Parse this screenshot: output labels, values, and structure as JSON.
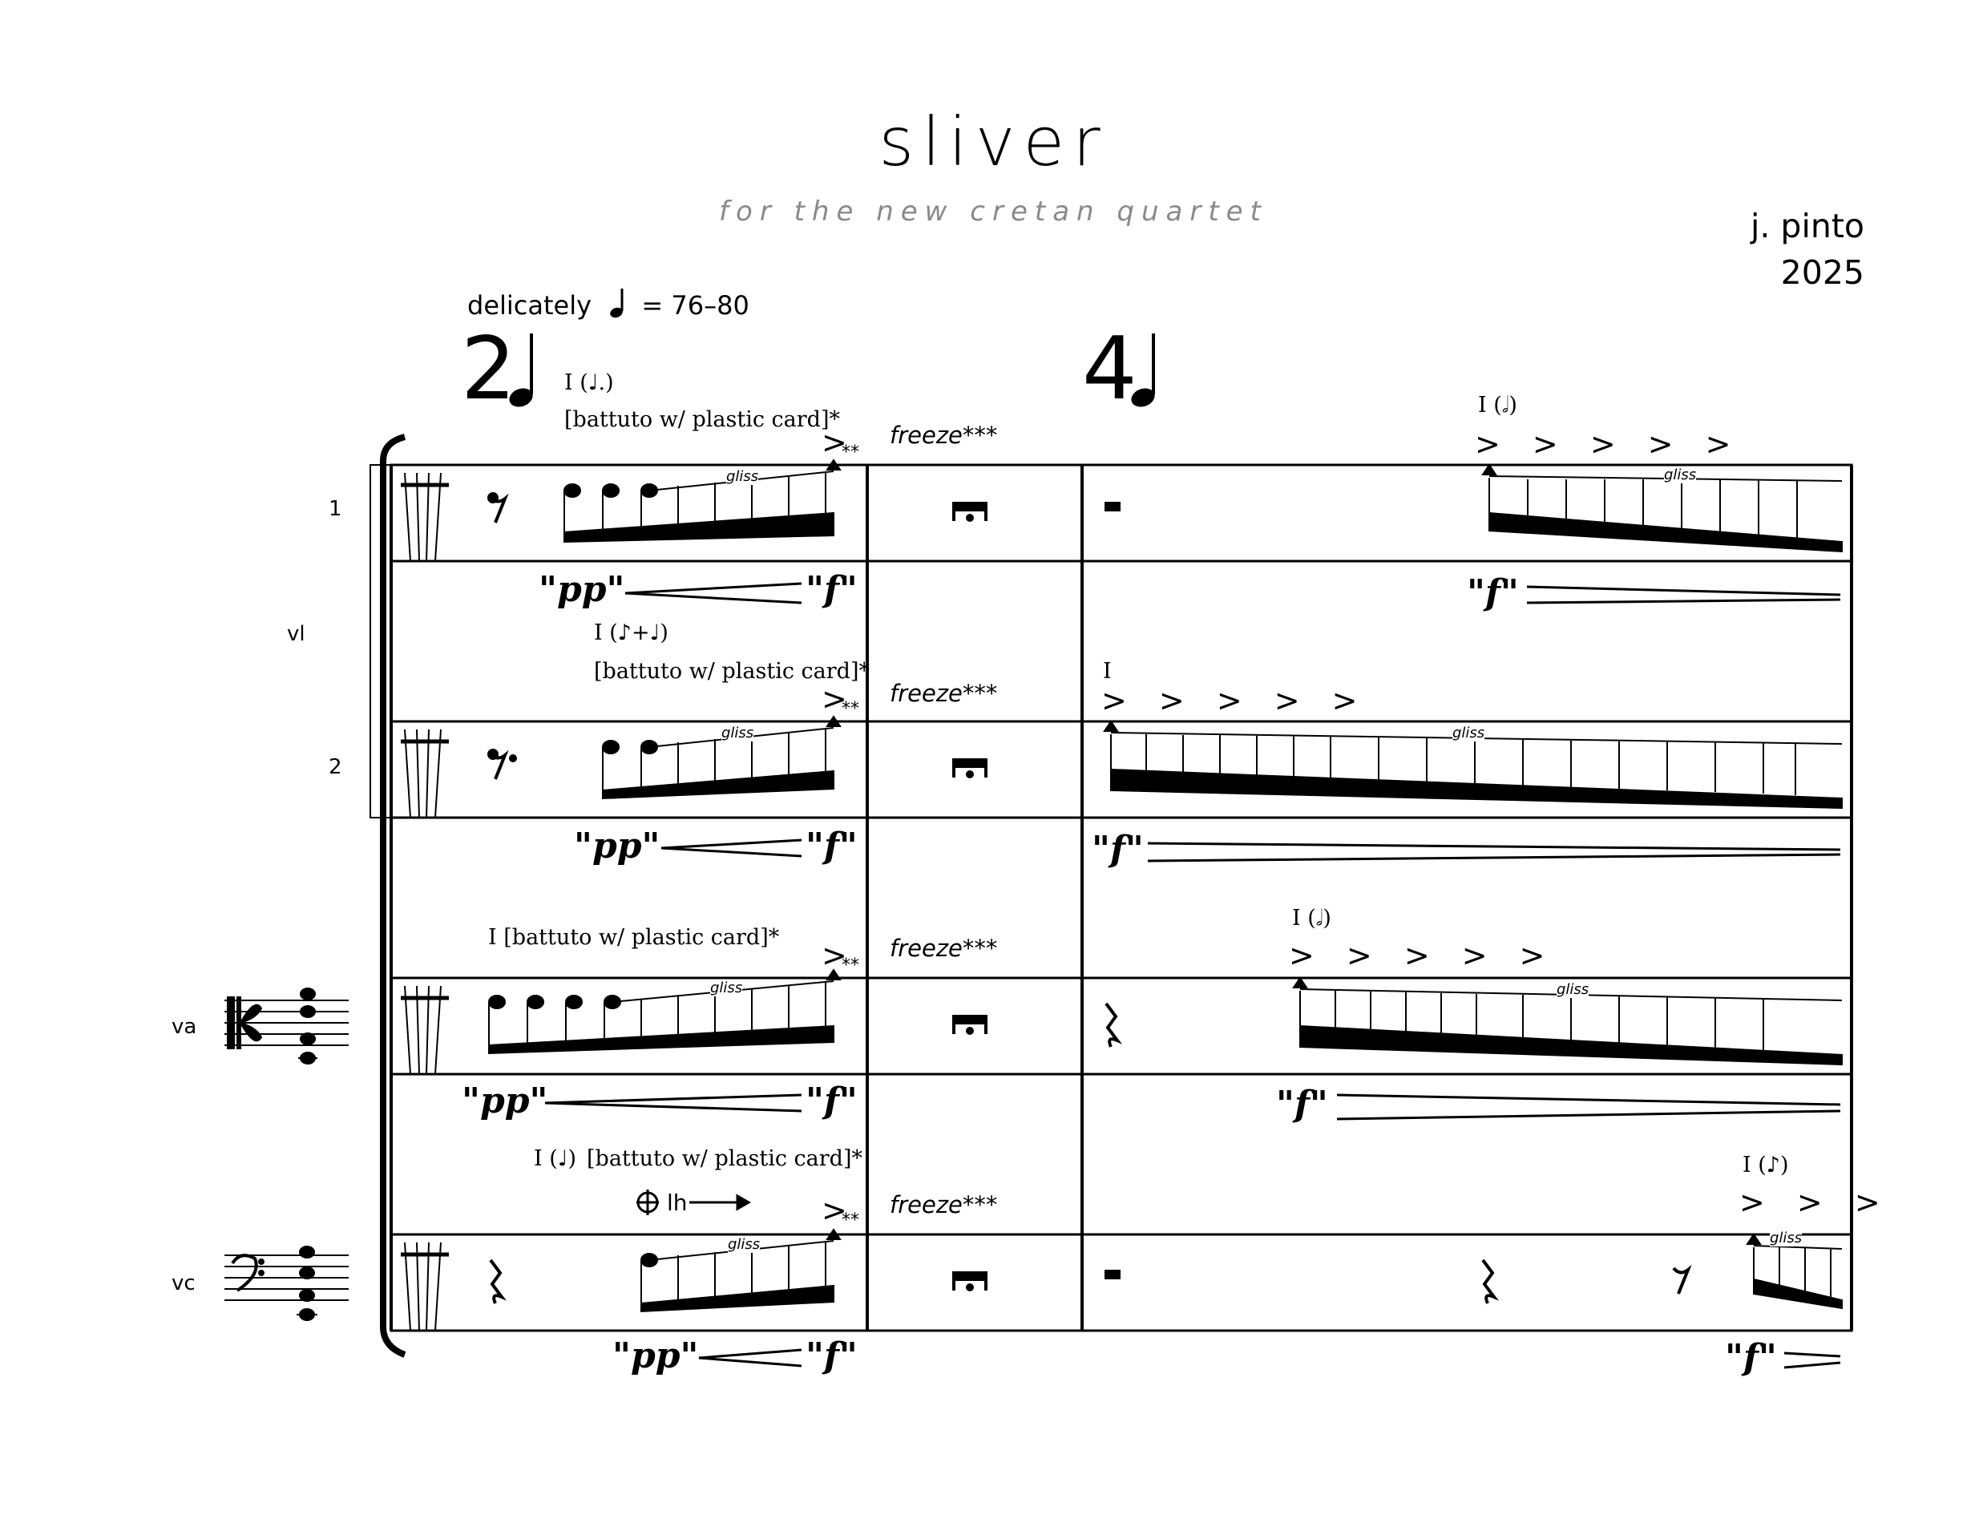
{
  "title": "sliver",
  "subtitle": "for the new cretan quartet",
  "composer": "j. pinto",
  "year": "2025",
  "tempo": {
    "word": "delicately",
    "marking": "= 76–80"
  },
  "time_signatures": [
    "2",
    "4"
  ],
  "instruments": {
    "group": "vl",
    "vl1": "1",
    "vl2": "2",
    "va": "va",
    "vc": "vc"
  },
  "annotations": {
    "vl1_bow": "I (♩.)",
    "vl1_tech": "[battuto w/ plastic card]*",
    "vl2_bow": "I (♪+♩)",
    "vl2_tech": "[battuto w/ plastic card]*",
    "va_tech": "I [battuto w/ plastic card]*",
    "vc_bow": "I (♩)",
    "vc_tech": "[battuto w/ plastic card]*",
    "vc_lh": "lh",
    "freeze": "freeze***",
    "stars": "**",
    "gliss": "gliss",
    "vl1_m3_bow": "I (𝅗𝅥)",
    "vl2_m3_bow": "I",
    "va_m3_bow": "I (𝅗𝅥)",
    "vc_m3_bow": "I (♪)"
  },
  "accents": {
    "five": "> > > > >",
    "three": "> > >",
    "one": ">"
  },
  "dynamics": {
    "pp": "pp",
    "f": "f"
  }
}
